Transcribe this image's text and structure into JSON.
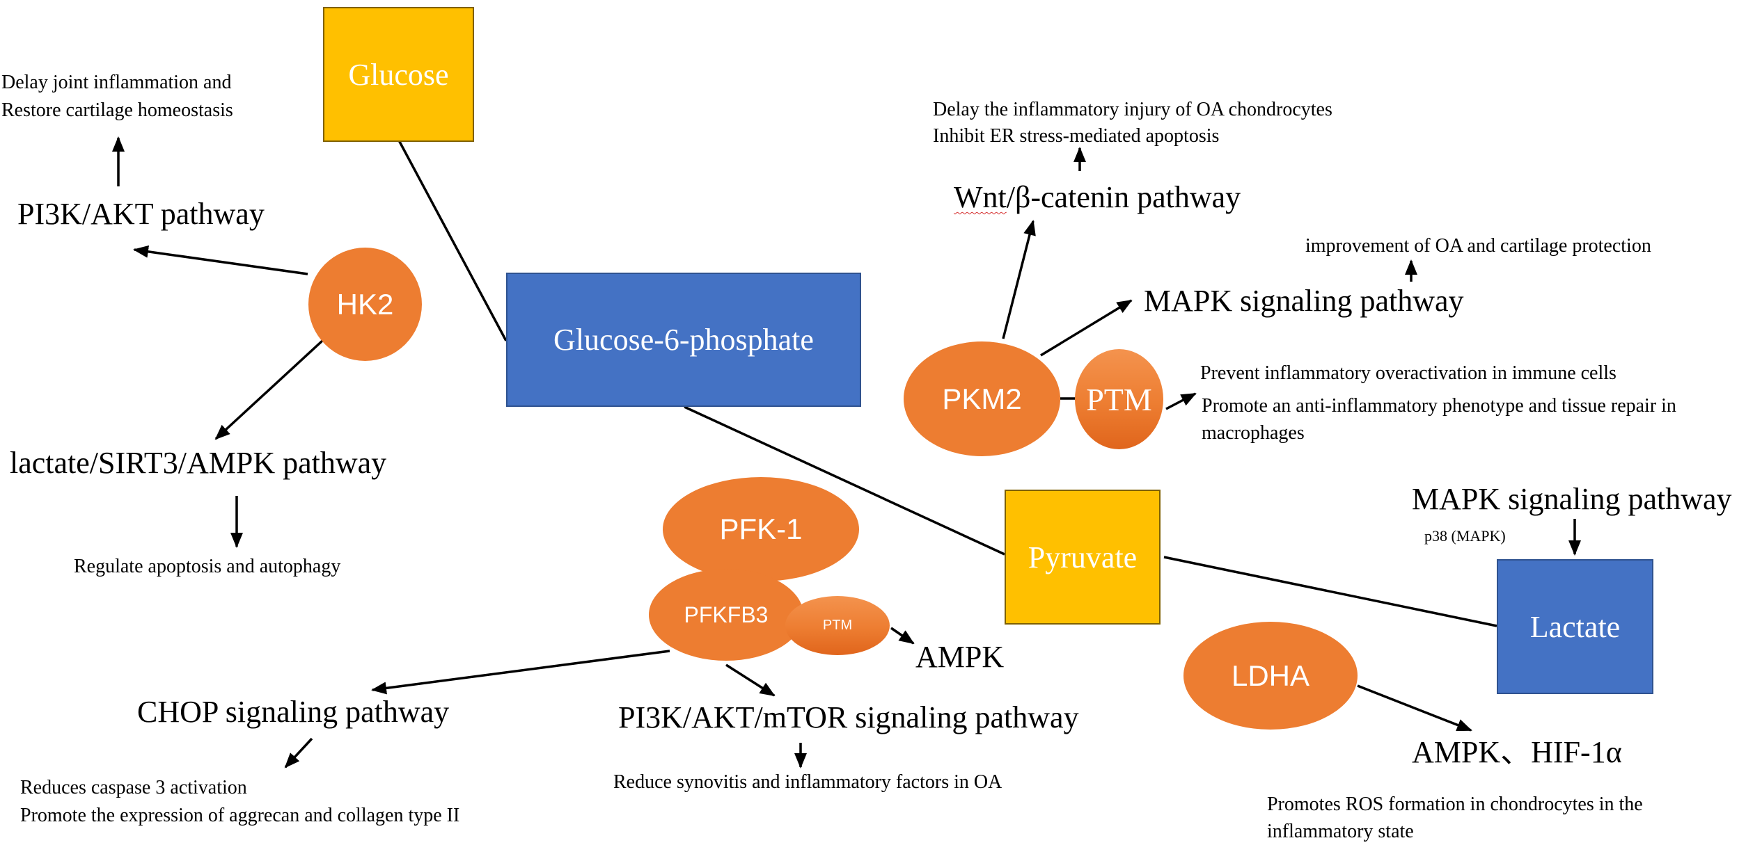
{
  "colors": {
    "metabolite": "#ffc000",
    "metabolite_border": "#7f6000",
    "node_blue": "#4472c4",
    "enzyme": "#ed7d31",
    "spelling_mark": "#d63030"
  },
  "metabolites": {
    "glucose": "Glucose",
    "g6p": "Glucose-6-phosphate",
    "pyruvate": "Pyruvate",
    "lactate": "Lactate"
  },
  "enzymes": {
    "hk2": "HK2",
    "pkm2": "PKM2",
    "ptm_pkm2": "PTM",
    "pfk1": "PFK-1",
    "pfkfb3": "PFKFB3",
    "ptm_pfkfb3": "PTM",
    "ldha": "LDHA"
  },
  "hk2_branch": {
    "effect_line1": "Delay joint inflammation and",
    "effect_line2": "Restore cartilage homeostasis",
    "pathway1": "PI3K/AKT pathway",
    "pathway2": "lactate/SIRT3/AMPK pathway",
    "effect2": "Regulate apoptosis and autophagy"
  },
  "pkm2_branch": {
    "wnt_effect_line1": "Delay the inflammatory injury of OA chondrocytes",
    "wnt_effect_line2": "Inhibit ER stress-mediated apoptosis",
    "wnt_word": "Wnt",
    "wnt_rest": "/β-catenin pathway",
    "mapk_effect": "improvement of OA and cartilage protection",
    "mapk_pathway": "MAPK signaling pathway",
    "ptm_effect_line1": "Prevent inflammatory overactivation in immune cells",
    "ptm_effect_line2": "Promote an anti-inflammatory phenotype and tissue repair in",
    "ptm_effect_line3": "macrophages"
  },
  "pfkfb3_branch": {
    "ampk": "AMPK",
    "chop_pathway": "CHOP signaling pathway",
    "chop_effect_line1": "Reduces caspase 3 activation",
    "chop_effect_line2": "Promote the expression of aggrecan and collagen type II",
    "pi3k_pathway": "PI3K/AKT/mTOR signaling pathway",
    "pi3k_effect": "Reduce synovitis and inflammatory factors in OA"
  },
  "lactate_branch": {
    "mapk_pathway": "MAPK signaling pathway",
    "p38": "p38 (MAPK)",
    "ampk_hif": "AMPK、HIF-1α",
    "ldha_effect_line1": "Promotes ROS formation in chondrocytes in the",
    "ldha_effect_line2": "inflammatory state"
  }
}
